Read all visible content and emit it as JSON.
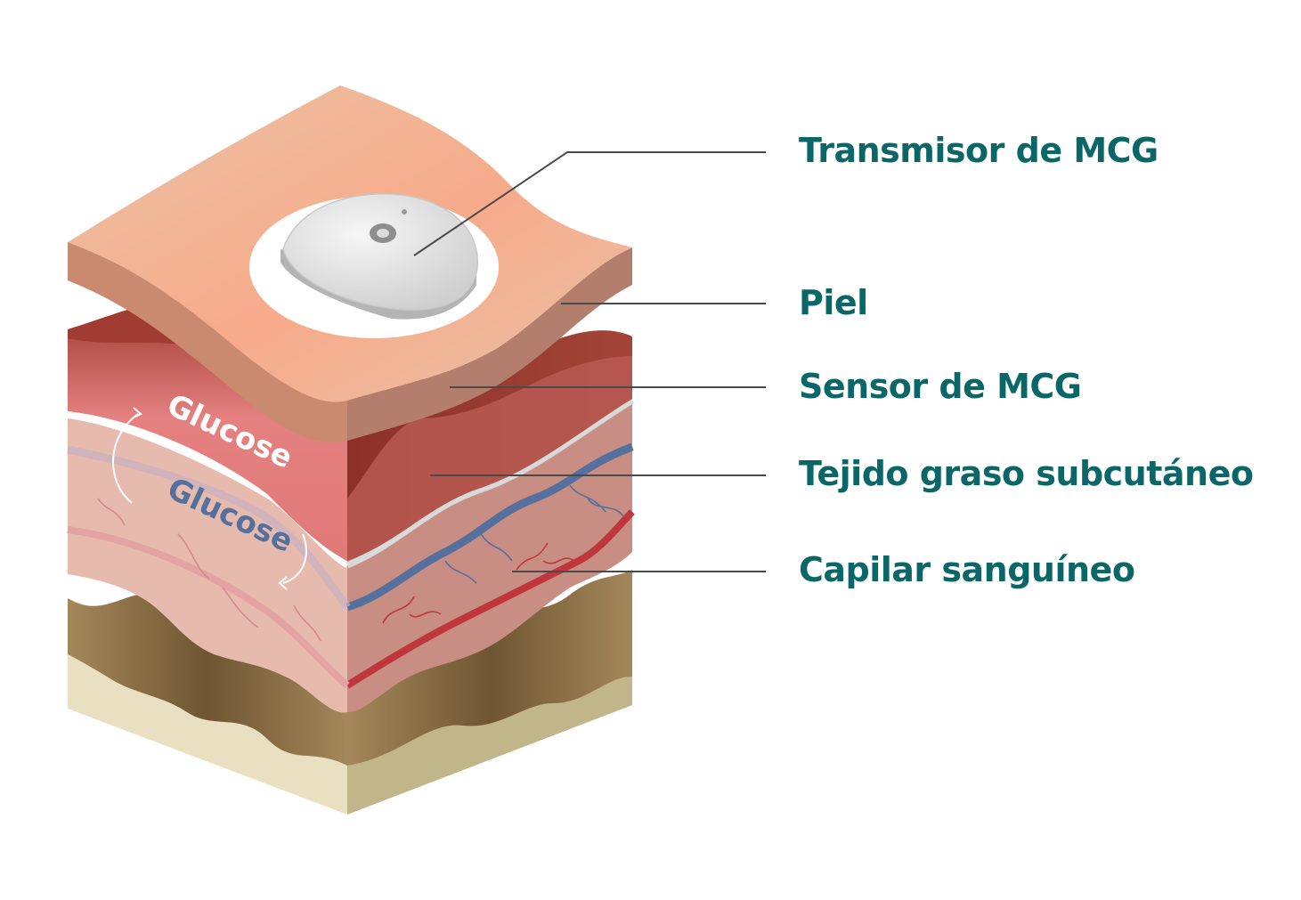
{
  "colors": {
    "label_text": "#0b6668",
    "leader_line": "#4a4a4a",
    "skin_top_light": "#e9c3a6",
    "skin_top_glow": "#f7ab8a",
    "skin_side": "#b37e6c",
    "dermis_dark": "#8c3028",
    "dermis_light": "#e4807f",
    "fat_light": "#e6bbad",
    "fat_side": "#c98e83",
    "vein": "#56709e",
    "artery": "#c0363e",
    "muscle_dark": "#7a5f3a",
    "muscle_light": "#a4875a",
    "base_light": "#e9e0c2",
    "base_side": "#c1b68a",
    "transmitter": "#e2e2e2"
  },
  "layers_text": {
    "glucose_upper": "Glucose",
    "glucose_lower": "Glucose"
  },
  "labels": [
    {
      "id": "transmitter",
      "text": "Transmisor de MCG"
    },
    {
      "id": "skin",
      "text": "Piel"
    },
    {
      "id": "sensor",
      "text": "Sensor de MCG"
    },
    {
      "id": "fat",
      "text": "Tejido graso subcutáneo"
    },
    {
      "id": "capillary",
      "text": "Capilar sanguíneo"
    }
  ]
}
